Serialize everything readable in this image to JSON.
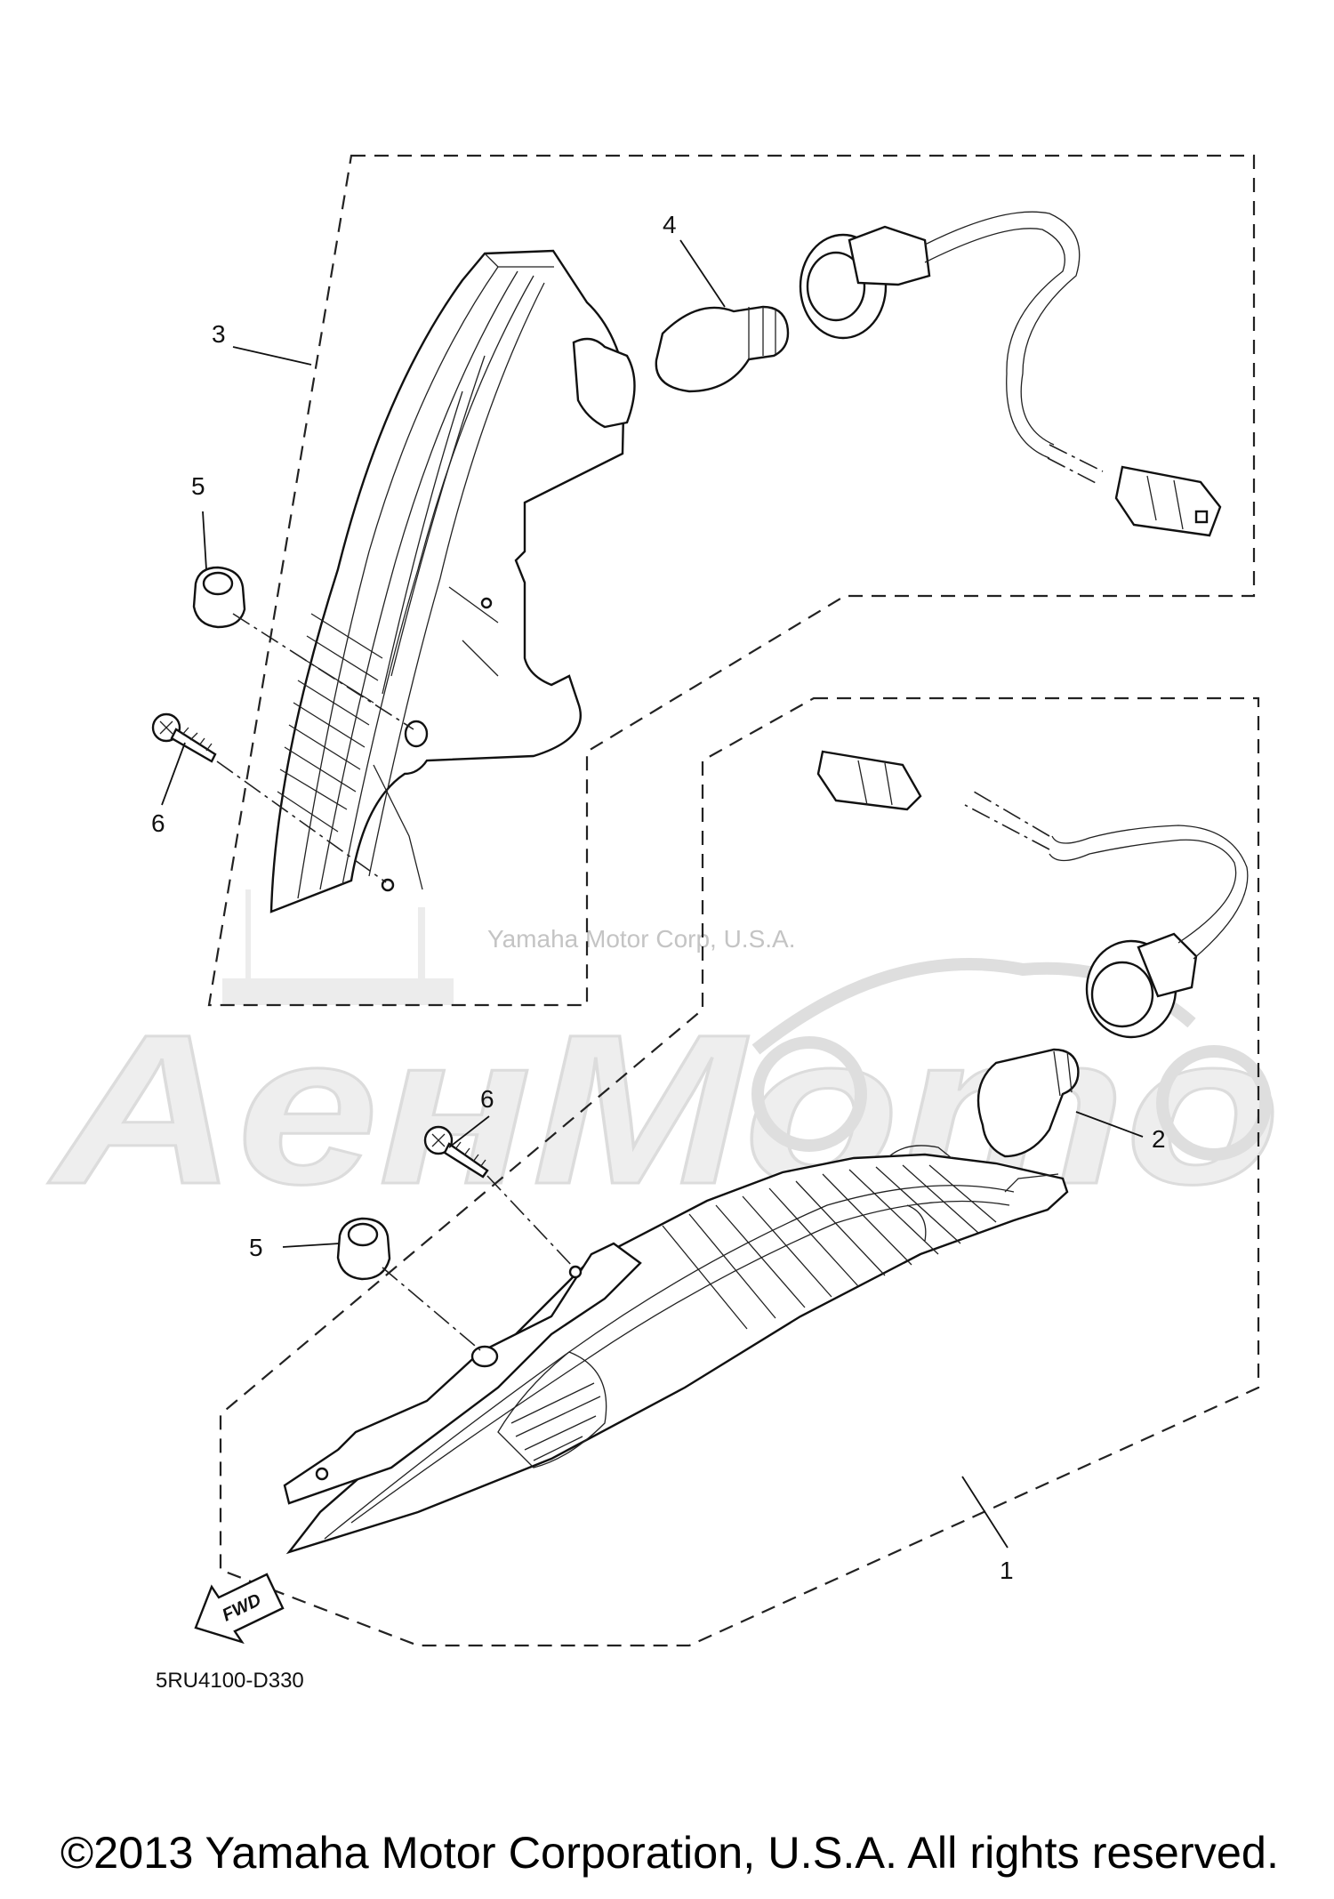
{
  "watermark": {
    "corp_text": "Yamaha Motor Corp, U.S.A.",
    "brand_text": "AeнMoтo"
  },
  "callouts": {
    "part_1": "1",
    "part_2": "2",
    "part_3": "3",
    "part_4": "4",
    "part_5_upper": "5",
    "part_5_lower": "5",
    "part_6_upper": "6",
    "part_6_lower": "6"
  },
  "direction_arrow": {
    "label": "FWD",
    "icon": "forward-arrow-icon"
  },
  "diagram_code": "5RU4100-D330",
  "copyright": "©2013 Yamaha Motor Corporation, U.S.A. All rights reserved."
}
